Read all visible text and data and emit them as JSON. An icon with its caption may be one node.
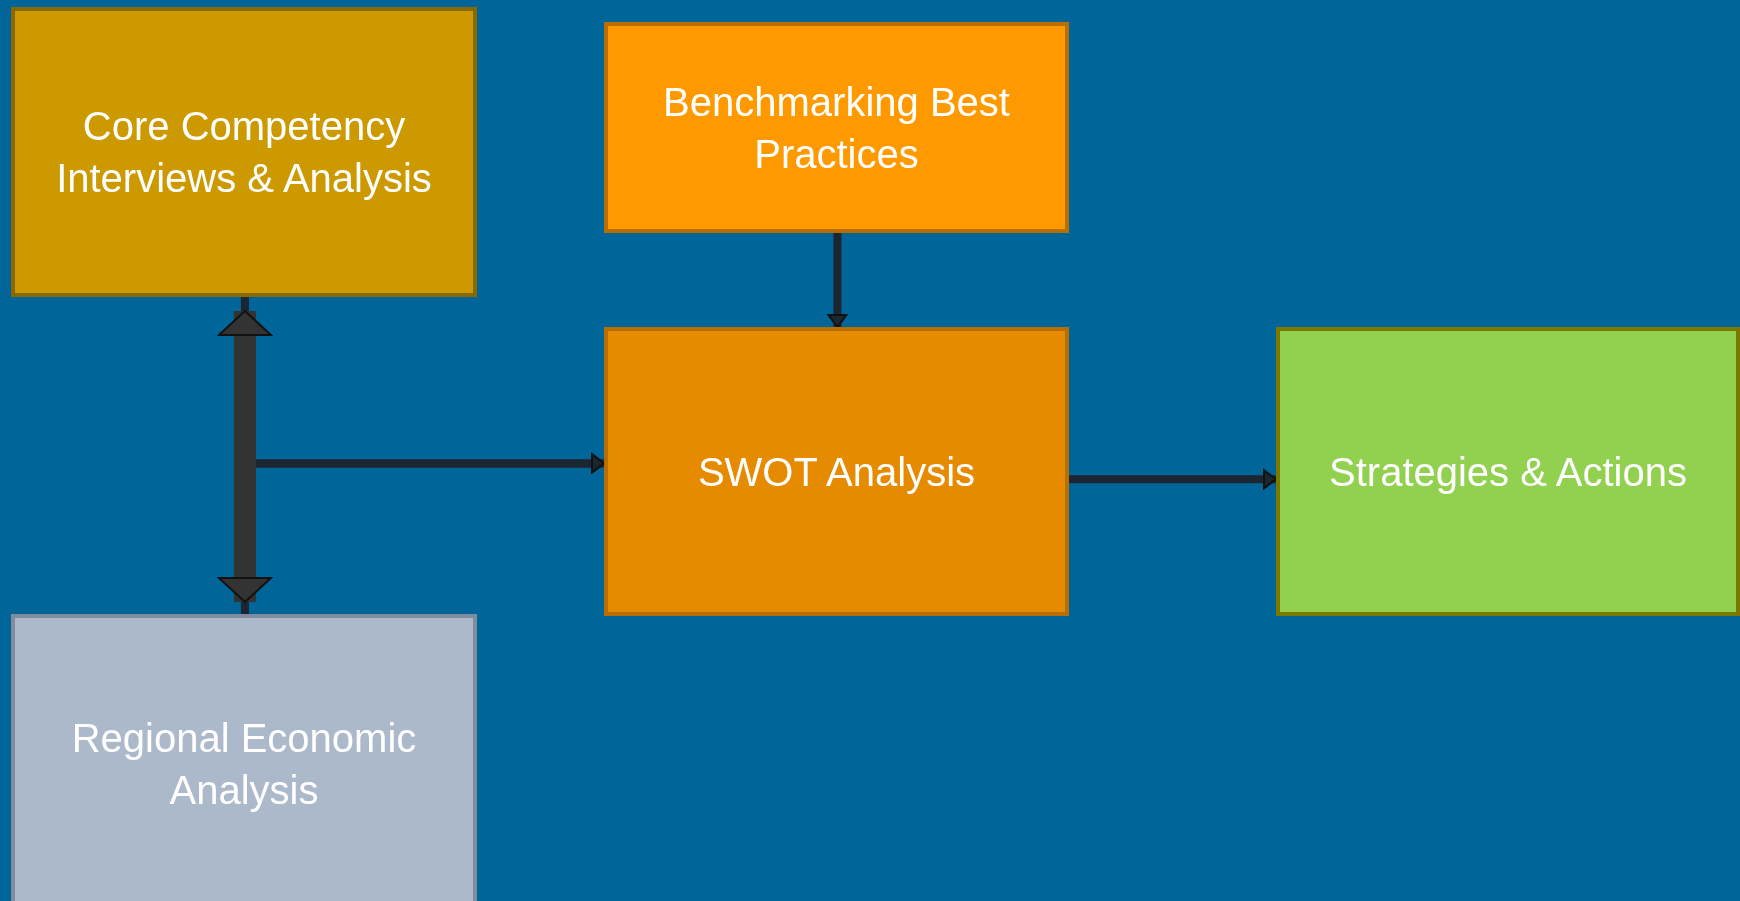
{
  "diagram": {
    "nodes": [
      {
        "text": [
          "Core Competency Interviews & Analysis"
        ]
      },
      {
        "text": [
          "Benchmarking Best Practices"
        ]
      },
      {
        "text": [
          "SWOT Analysis"
        ]
      },
      {
        "text": [
          "Strategies & Actions"
        ]
      },
      {
        "text": [
          "Regional Economic Analysis"
        ]
      }
    ],
    "edges": [
      {
        "from": 0,
        "to": 2,
        "arrow": "to"
      },
      {
        "from": 4,
        "to": 2,
        "arrow": "to"
      },
      {
        "from": 0,
        "to": 4,
        "arrow": "both",
        "style": "thick",
        "color": "#333333"
      },
      {
        "from": 1,
        "to": 2,
        "arrow": "to"
      },
      {
        "from": 2,
        "to": 3,
        "arrow": "to"
      }
    ]
  }
}
